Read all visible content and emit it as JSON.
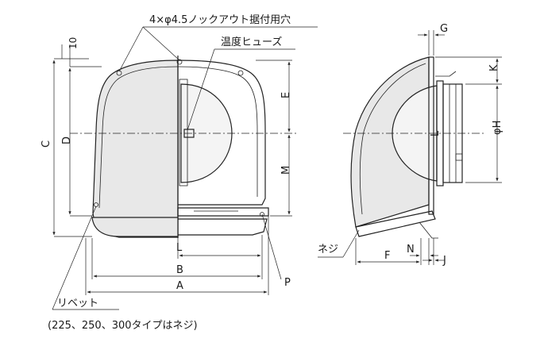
{
  "callouts": {
    "knockout_holes": "4×φ4.5ノックアウト据付用穴",
    "thermal_fuse": "温度ヒューズ",
    "rivet": "リベット",
    "rivet_note": "(225、250、300タイプはネジ)",
    "screw": "ネジ"
  },
  "dimensions": {
    "A": "A",
    "B": "B",
    "C": "C",
    "D": "D",
    "E": "E",
    "F": "F",
    "G": "G",
    "H": "φH",
    "J": "J",
    "K": "K",
    "L_front": "L",
    "L_side": "L",
    "M": "M",
    "N": "N",
    "P": "P",
    "ten": "10"
  }
}
